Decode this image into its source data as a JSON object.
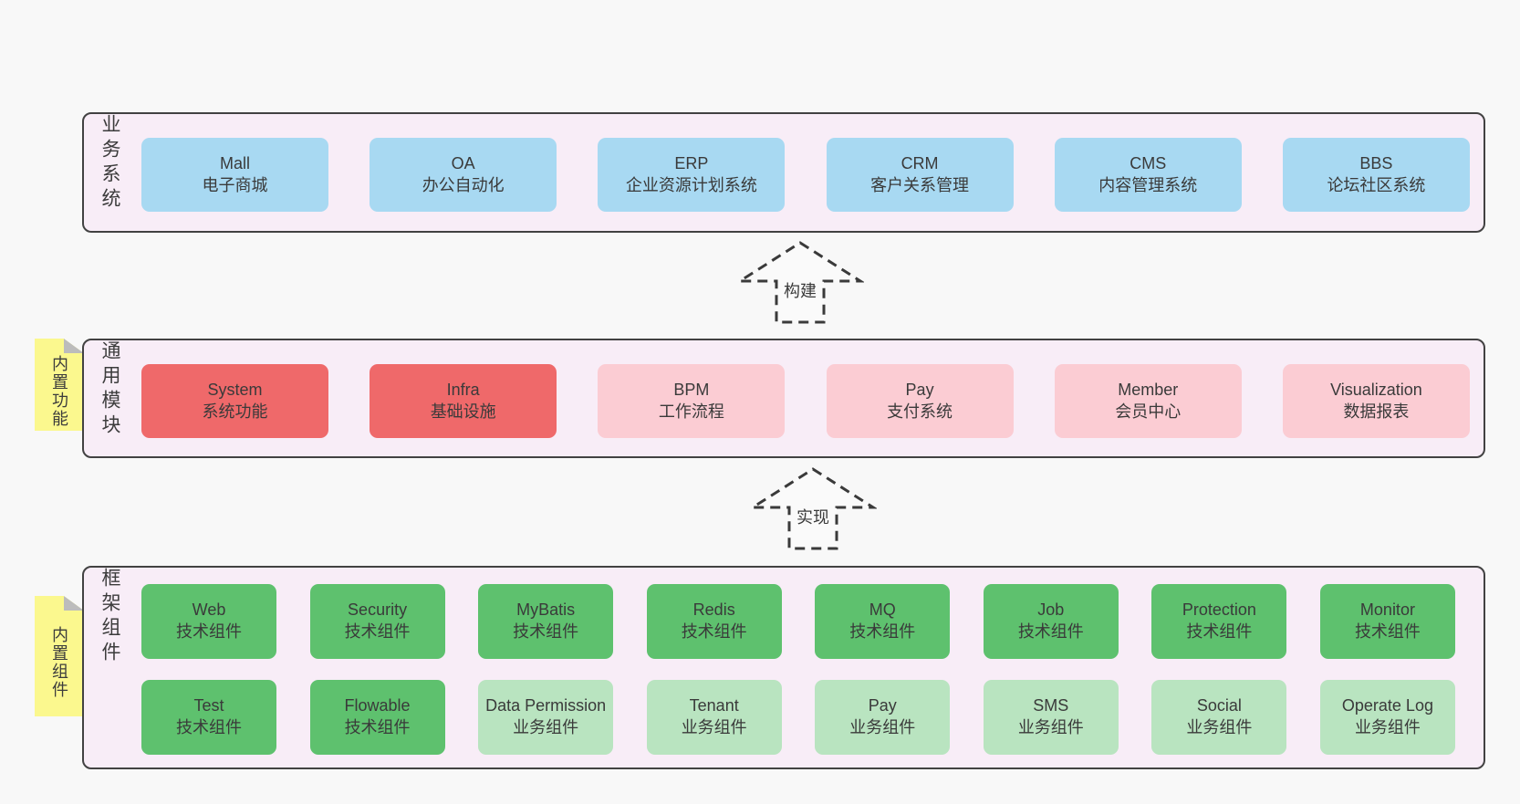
{
  "sections": [
    {
      "id": "business-systems",
      "label": "业务系统",
      "sticky": null,
      "rows": [
        [
          {
            "title": "Mall",
            "subtitle": "电子商城",
            "type": "blue"
          },
          {
            "title": "OA",
            "subtitle": "办公自动化",
            "type": "blue"
          },
          {
            "title": "ERP",
            "subtitle": "企业资源计划系统",
            "type": "blue"
          },
          {
            "title": "CRM",
            "subtitle": "客户关系管理",
            "type": "blue"
          },
          {
            "title": "CMS",
            "subtitle": "内容管理系统",
            "type": "blue"
          },
          {
            "title": "BBS",
            "subtitle": "论坛社区系统",
            "type": "blue"
          }
        ]
      ]
    },
    {
      "id": "common-modules",
      "label": "通用模块",
      "sticky": "内置功能",
      "rows": [
        [
          {
            "title": "System",
            "subtitle": "系统功能",
            "type": "red"
          },
          {
            "title": "Infra",
            "subtitle": "基础设施",
            "type": "red"
          },
          {
            "title": "BPM",
            "subtitle": "工作流程",
            "type": "pink"
          },
          {
            "title": "Pay",
            "subtitle": "支付系统",
            "type": "pink"
          },
          {
            "title": "Member",
            "subtitle": "会员中心",
            "type": "pink"
          },
          {
            "title": "Visualization",
            "subtitle": "数据报表",
            "type": "pink"
          }
        ]
      ]
    },
    {
      "id": "framework-components",
      "label": "框架组件",
      "sticky": "内置组件",
      "rows": [
        [
          {
            "title": "Web",
            "subtitle": "技术组件",
            "type": "green"
          },
          {
            "title": "Security",
            "subtitle": "技术组件",
            "type": "green"
          },
          {
            "title": "MyBatis",
            "subtitle": "技术组件",
            "type": "green"
          },
          {
            "title": "Redis",
            "subtitle": "技术组件",
            "type": "green"
          },
          {
            "title": "MQ",
            "subtitle": "技术组件",
            "type": "green"
          },
          {
            "title": "Job",
            "subtitle": "技术组件",
            "type": "green"
          },
          {
            "title": "Protection",
            "subtitle": "技术组件",
            "type": "green"
          },
          {
            "title": "Monitor",
            "subtitle": "技术组件",
            "type": "green"
          }
        ],
        [
          {
            "title": "Test",
            "subtitle": "技术组件",
            "type": "green"
          },
          {
            "title": "Flowable",
            "subtitle": "技术组件",
            "type": "green"
          },
          {
            "title": "Data Permission",
            "subtitle": "业务组件",
            "type": "lightgreen"
          },
          {
            "title": "Tenant",
            "subtitle": "业务组件",
            "type": "lightgreen"
          },
          {
            "title": "Pay",
            "subtitle": "业务组件",
            "type": "lightgreen"
          },
          {
            "title": "SMS",
            "subtitle": "业务组件",
            "type": "lightgreen"
          },
          {
            "title": "Social",
            "subtitle": "业务组件",
            "type": "lightgreen"
          },
          {
            "title": "Operate Log",
            "subtitle": "业务组件",
            "type": "lightgreen"
          }
        ]
      ]
    }
  ],
  "arrows": [
    {
      "label": "构建"
    },
    {
      "label": "实现"
    }
  ],
  "colors": {
    "page_background": "#f8f8f8",
    "panel_background": "#f8edf7",
    "panel_border": "#424242",
    "box_blue": "#a8d9f2",
    "box_red": "#ef696a",
    "box_pink": "#fbccd3",
    "box_green": "#5ec16e",
    "box_light_green": "#b9e4c0",
    "sticky_yellow": "#fbf88e",
    "sticky_fold_gray": "#bcbcbc",
    "text": "#3a3a3a"
  }
}
